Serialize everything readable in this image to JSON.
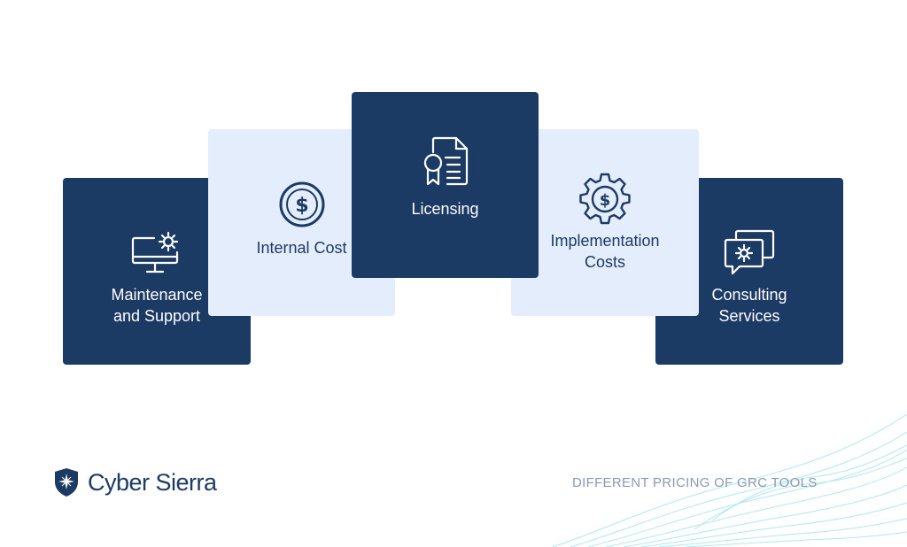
{
  "cards": [
    {
      "label": "Maintenance\nand Support",
      "icon": "monitor-gear-icon",
      "style": "dark"
    },
    {
      "label": "Internal Cost",
      "icon": "dollar-circle-icon",
      "style": "light"
    },
    {
      "label": "Licensing",
      "icon": "certificate-document-icon",
      "style": "dark"
    },
    {
      "label": "Implementation\nCosts",
      "icon": "dollar-gear-icon",
      "style": "light"
    },
    {
      "label": "Consulting\nServices",
      "icon": "chat-gear-icon",
      "style": "dark"
    }
  ],
  "brand": {
    "name": "Cyber Sierra",
    "logo_icon": "shield-star-icon"
  },
  "caption": "DIFFERENT PRICING OF GRC TOOLS",
  "colors": {
    "dark_card": "#1b3a64",
    "light_card": "#e3edfb",
    "caption": "#8a9ab3",
    "wave": "#9fe3ec"
  }
}
